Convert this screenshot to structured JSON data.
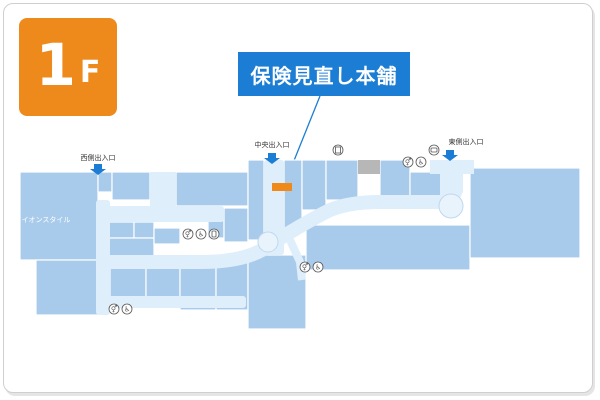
{
  "floor": {
    "number": "1",
    "unit": "F"
  },
  "highlight_store": "保険見直し本舗",
  "entrances": {
    "west": "西側出入口",
    "center": "中央出入口",
    "east": "東側出入口"
  },
  "areas": {
    "aeon_style": "イオンスタイル"
  },
  "colors": {
    "floor_badge": "#ee8a1c",
    "callout": "#1c7dd4",
    "store_blue": "#a9cbeb",
    "corridor": "#dfeefb",
    "highlight": "#ef8a1a",
    "back_area": "#b7b7b7"
  }
}
